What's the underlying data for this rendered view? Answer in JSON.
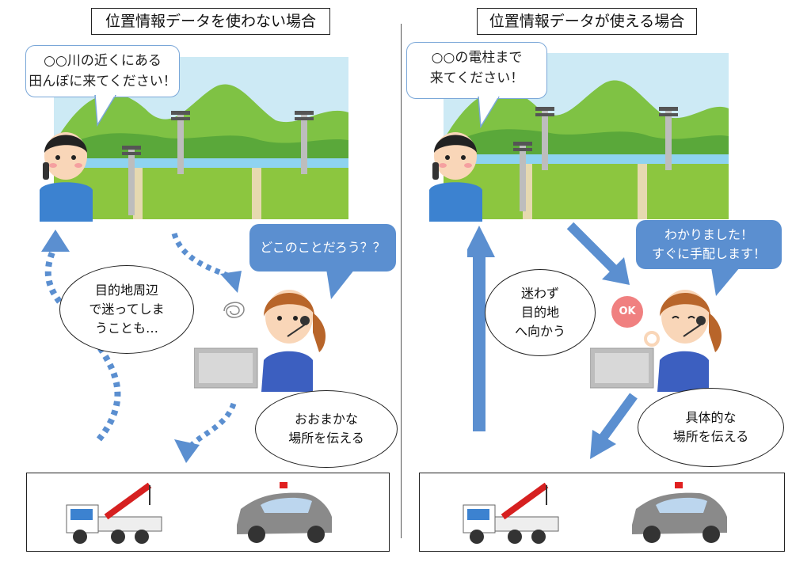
{
  "left_panel": {
    "title": "位置情報データを使わない場合",
    "caller_bubble": "○○川の近くにある\n田んぼに来てください！",
    "operator_bubble": "どこのことだろう？？",
    "lost_bubble": "目的地周辺\nで迷ってしま\nうことも…",
    "vague_bubble": "おおまかな\n場所を伝える"
  },
  "right_panel": {
    "title": "位置情報データが使える場合",
    "caller_bubble": "○○の電柱まで\n来てください！",
    "operator_bubble": "わかりました！\nすぐに手配します！",
    "ok_badge": "OK",
    "direct_bubble": "迷わず\n目的地\nへ向かう",
    "precise_bubble": "具体的な\n場所を伝える"
  },
  "colors": {
    "arrow_blue": "#5b8fd0",
    "bubble_border": "#7aa7d8",
    "operator_bubble": "#5b8fd0",
    "ok_badge": "#f08080"
  }
}
